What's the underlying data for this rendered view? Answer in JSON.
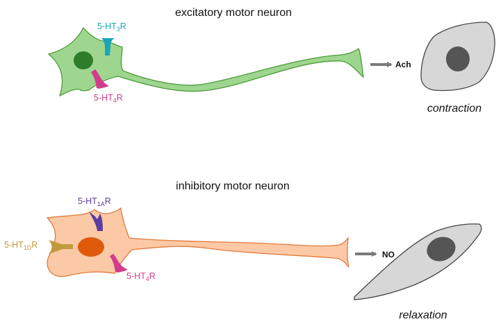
{
  "excitatory": {
    "title": "excitatory motor neuron",
    "receptor_top": {
      "prefix": "5-HT",
      "sub": "3",
      "suffix": "R"
    },
    "receptor_bottom": {
      "prefix": "5-HT",
      "sub": "4",
      "suffix": "R"
    },
    "transmitter": "Ach",
    "outcome": "contraction"
  },
  "inhibitory": {
    "title": "inhibitory motor neuron",
    "receptor_top": {
      "prefix": "5-HT",
      "sub": "1A",
      "suffix": "R"
    },
    "receptor_left": {
      "prefix": "5-HT",
      "sub": "1D",
      "suffix": "R"
    },
    "receptor_bottom": {
      "prefix": "5-HT",
      "sub": "4",
      "suffix": "R"
    },
    "transmitter": "NO",
    "outcome": "relaxation"
  },
  "colors": {
    "excitatory_fill": "#9fd68f",
    "excitatory_stroke": "#4c9a3a",
    "excitatory_nucleus": "#2f7d2a",
    "inhibitory_fill": "#fcc9a6",
    "inhibitory_stroke": "#e07a3c",
    "inhibitory_nucleus": "#e05a0c",
    "ht3": "#1aa6b7",
    "ht4": "#d23c8c",
    "ht1a": "#5a3fa0",
    "ht1d": "#c09a3c",
    "muscle_fill": "#d7d7d7",
    "muscle_stroke": "#444444",
    "muscle_nucleus": "#555555",
    "arrow": "#7a7a7a"
  }
}
